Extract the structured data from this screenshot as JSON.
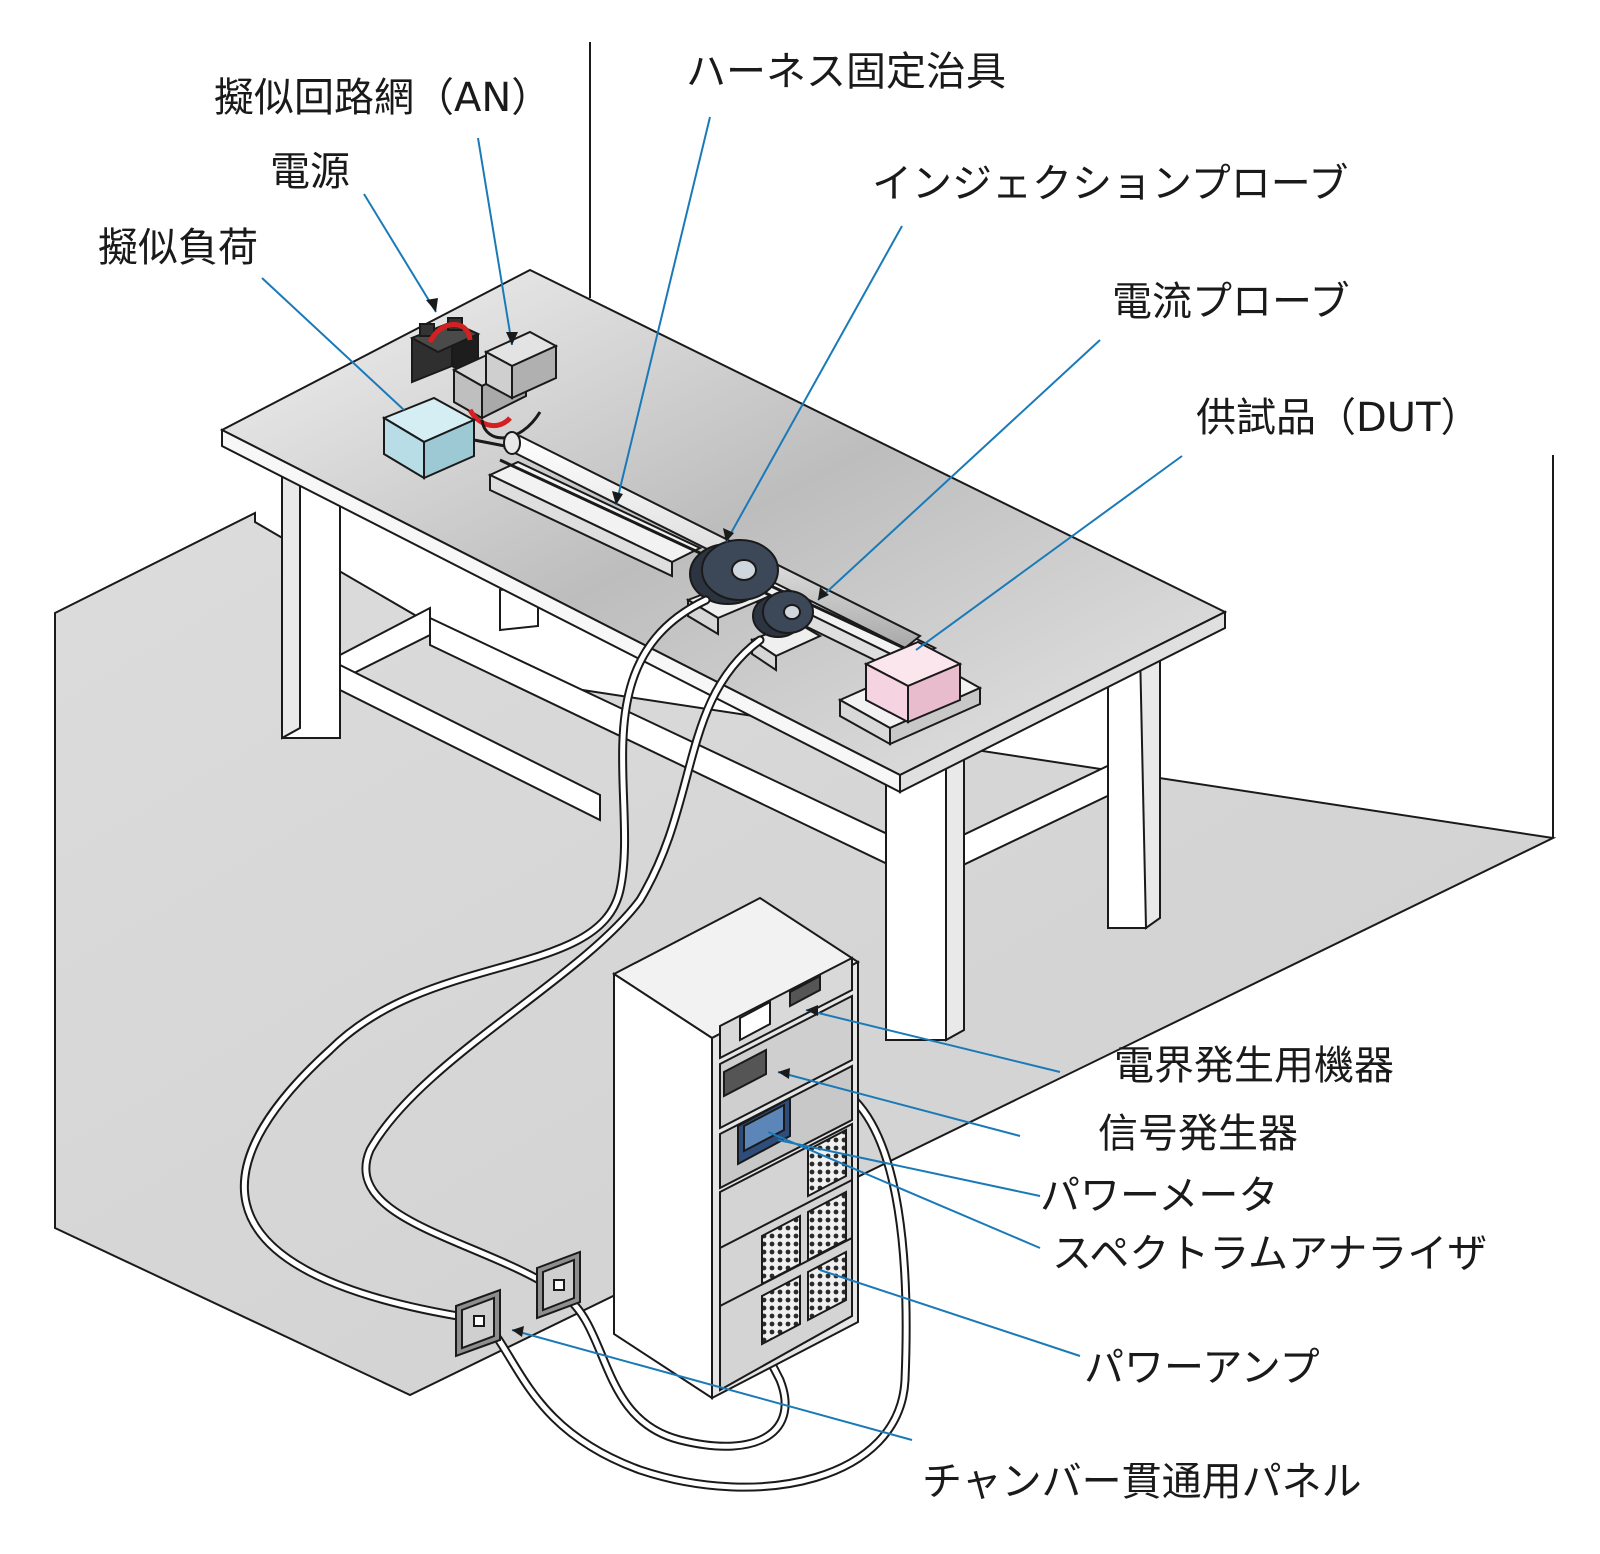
{
  "colors": {
    "leader": "#1a7ab8",
    "outline": "#1a1a1a",
    "floor": "#d9d9d9",
    "load_box": "#b8dde6",
    "dut_box": "#f5d3e0",
    "probe": "#2b3440",
    "cable_red": "#d42020"
  },
  "icons": [
    "table",
    "equipment-rack",
    "harness-rod",
    "injection-probe-ring",
    "current-probe-ring",
    "power-supply-box",
    "an-box",
    "load-box",
    "dut-box",
    "pass-through-panel",
    "cable"
  ],
  "labels": {
    "an": "擬似回路網（AN）",
    "power": "電源",
    "load": "擬似負荷",
    "fixture": "ハーネス固定治具",
    "injection": "インジェクションプローブ",
    "current": "電流プローブ",
    "dut": "供試品（DUT）",
    "efield": "電界発生用機器",
    "siggen": "信号発生器",
    "powermeter": "パワーメータ",
    "spectrum": "スペクトラムアナライザ",
    "amp": "パワーアンプ",
    "panel": "チャンバー貫通用パネル"
  }
}
